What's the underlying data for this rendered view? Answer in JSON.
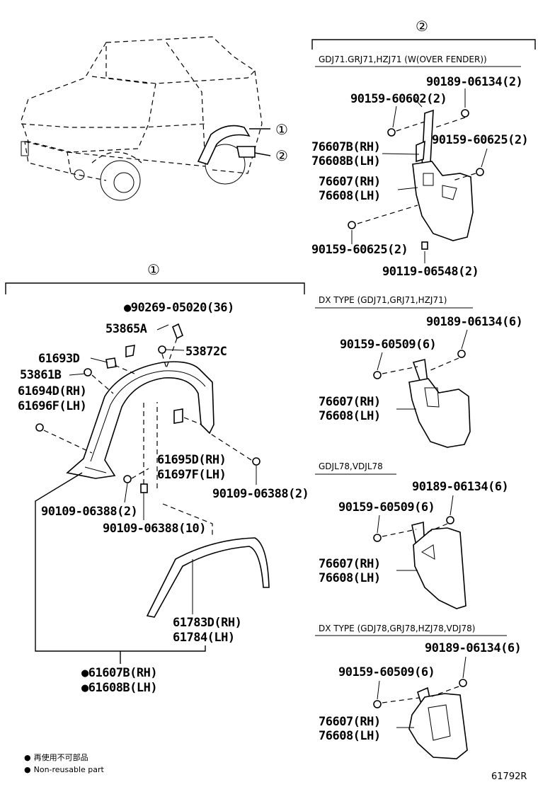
{
  "callouts": {
    "one": "①",
    "two": "②"
  },
  "notes": {
    "jp": "再使用不可部品",
    "en": "Non-reusable part",
    "bullet": "●"
  },
  "figure_id": "61792R",
  "section1": {
    "labels": {
      "p90269": "90269-05020(36)",
      "p53865A": "53865A",
      "p53872C": "53872C",
      "p61693D": "61693D",
      "p53861B": "53861B",
      "p61694D": "61694D(RH)",
      "p61696F": "61696F(LH)",
      "p61695D": "61695D(RH)",
      "p61697F": "61697F(LH)",
      "p90109_a": "90109-06388(2)",
      "p90109_b": "90109-06388(2)",
      "p90109_c": "90109-06388(10)",
      "p61783D": "61783D(RH)",
      "p61784": "61784(LH)",
      "p61607B": "61607B(RH)",
      "p61608B": "61608B(LH)"
    }
  },
  "section2": {
    "header": "GDJ71.GRJ71,HZJ71 (W(OVER FENDER))",
    "labels": {
      "p90189": "90189-06134(2)",
      "p90159_602": "90159-60602(2)",
      "p90159_625a": "90159-60625(2)",
      "p76607B": "76607B(RH)",
      "p76608B": "76608B(LH)",
      "p76607": "76607(RH)",
      "p76608": "76608(LH)",
      "p90159_625b": "90159-60625(2)",
      "p90119": "90119-06548(2)"
    }
  },
  "dx1": {
    "header": "DX TYPE (GDJ71,GRJ71,HZJ71)",
    "bolt": "90189-06134(6)",
    "screw": "90159-60509(6)",
    "rh": "76607(RH)",
    "lh": "76608(LH)"
  },
  "gdjl": {
    "header": "GDJL78,VDJL78",
    "bolt": "90189-06134(6)",
    "screw": "90159-60509(6)",
    "rh": "76607(RH)",
    "lh": "76608(LH)"
  },
  "dx2": {
    "header": "DX TYPE (GDJ78,GRJ78,HZJ78,VDJ78)",
    "bolt": "90189-06134(6)",
    "screw": "90159-60509(6)",
    "rh": "76607(RH)",
    "lh": "76608(LH)"
  }
}
